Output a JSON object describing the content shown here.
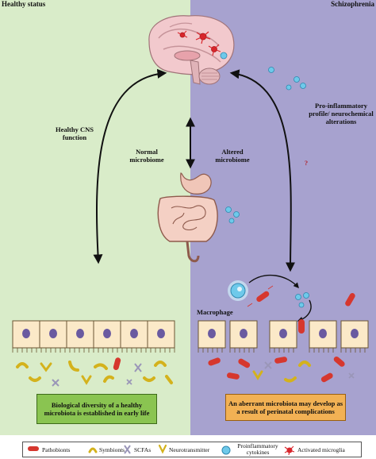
{
  "headers": {
    "left_title": "Healthy status",
    "right_title": "Schizophrenia"
  },
  "labels": {
    "healthy_cns": "Healthy CNS function",
    "normal_microbiome": "Normal microbiome",
    "altered_microbiome": "Altered microbiome",
    "pro_inflammatory": "Pro-inflammatory profile/ neurochemical alterations",
    "macrophage": "Macrophage",
    "question_mark": "?"
  },
  "boxes": {
    "healthy_box": "Biological diversity of a healthy microbiota is established in early life",
    "schizophrenia_box": "An aberrant microbiota may develop as a result of perinatal complications"
  },
  "legend": {
    "pathobionts": "Pathobionts",
    "symbionts": "Symbionts",
    "scfas": "SCFAs",
    "neurotransmitter": "Neurotransmitter",
    "proinflammatory_cytokines": "Proinflammatory cytokines",
    "activated_microglia": "Activated microglia"
  },
  "colors": {
    "healthy_panel": "#d9ecc9",
    "schizophrenia_panel": "#a7a2cf",
    "green_box": "#8ac451",
    "orange_box": "#f2b154",
    "cell_fill": "#fbe9c8",
    "nucleus": "#6a5aa0",
    "pathobiont": "#d6372e",
    "symbiont": "#d4b21c",
    "cytokine": "#6ec9ea",
    "microglia": "#d8262c"
  }
}
